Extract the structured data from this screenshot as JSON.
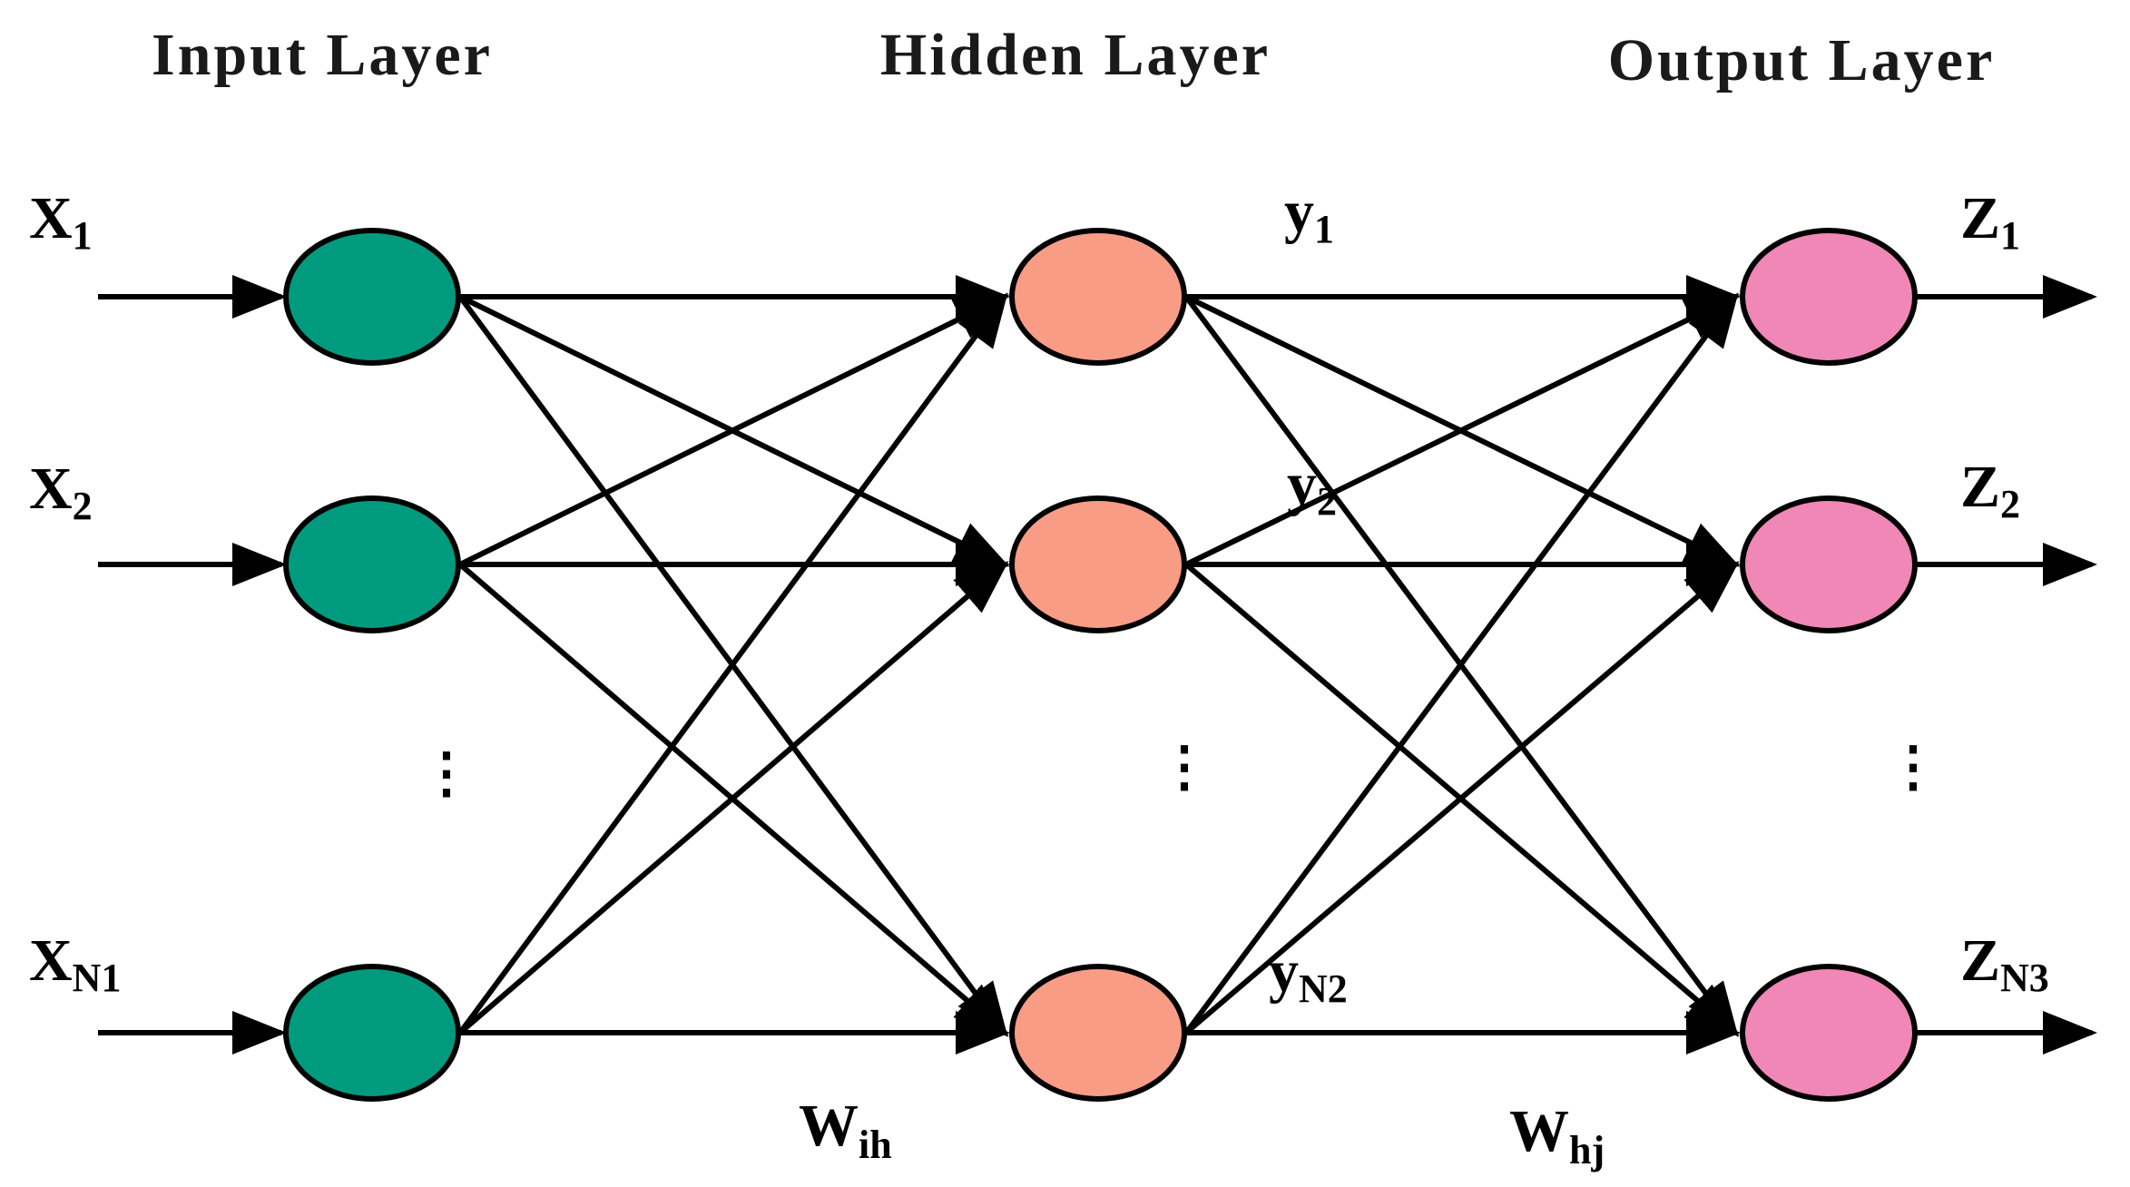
{
  "layers": {
    "input": {
      "title": "Input Layer",
      "node_color": "#009b7f"
    },
    "hidden": {
      "title": "Hidden Layer",
      "node_color": "#f99c86"
    },
    "output": {
      "title": "Output Layer",
      "node_color": "#f087b6"
    }
  },
  "inputs": [
    {
      "base": "X",
      "sub": "1"
    },
    {
      "base": "X",
      "sub": "2"
    },
    {
      "base": "X",
      "sub": "N1"
    }
  ],
  "hidden_outputs": [
    {
      "base": "y",
      "sub": "1"
    },
    {
      "base": "y",
      "sub": "2"
    },
    {
      "base": "y",
      "sub": "N2"
    }
  ],
  "outputs": [
    {
      "base": "Z",
      "sub": "1"
    },
    {
      "base": "Z",
      "sub": "2"
    },
    {
      "base": "Z",
      "sub": "N3"
    }
  ],
  "weights": {
    "input_hidden": {
      "base": "W",
      "sub": "ih"
    },
    "hidden_output": {
      "base": "W",
      "sub": "hj"
    }
  },
  "ellipsis": "⋮",
  "colors": {
    "line": "#000000"
  }
}
